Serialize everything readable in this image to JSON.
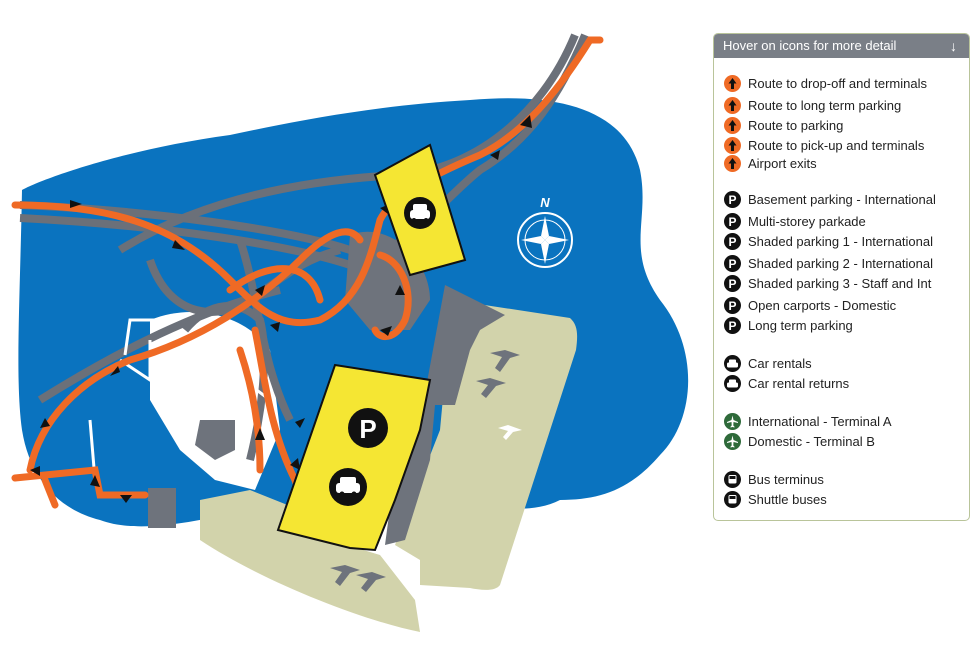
{
  "legend": {
    "header": "Hover on icons for more detail",
    "routes": [
      {
        "label": "Route to drop-off and terminals",
        "icon": "arrow-up-icon"
      },
      {
        "label": "Route to long term parking",
        "icon": "arrow-up-icon"
      },
      {
        "label": "Route to parking",
        "icon": "arrow-up-icon"
      },
      {
        "label": "Route to pick-up and terminals",
        "icon": "arrow-up-icon"
      },
      {
        "label": "Airport exits",
        "icon": "arrow-up-icon"
      }
    ],
    "parking": [
      {
        "label": "Basement parking - International",
        "icon": "parking-icon"
      },
      {
        "label": "Multi-storey parkade",
        "icon": "parking-icon"
      },
      {
        "label": "Shaded parking 1 - International",
        "icon": "parking-icon"
      },
      {
        "label": "Shaded parking 2 - International",
        "icon": "parking-icon"
      },
      {
        "label": "Shaded parking 3 - Staff and Int",
        "icon": "parking-icon"
      },
      {
        "label": "Open carports - Domestic",
        "icon": "parking-icon"
      },
      {
        "label": "Long term parking",
        "icon": "parking-icon"
      }
    ],
    "cars": [
      {
        "label": "Car rentals",
        "icon": "car-icon"
      },
      {
        "label": "Car rental returns",
        "icon": "car-icon"
      }
    ],
    "terminals": [
      {
        "label": "International - Terminal A",
        "icon": "plane-icon"
      },
      {
        "label": "Domestic - Terminal B",
        "icon": "plane-icon"
      }
    ],
    "buses": [
      {
        "label": "Bus terminus",
        "icon": "bus-icon"
      },
      {
        "label": "Shuttle buses",
        "icon": "bus-icon"
      }
    ]
  },
  "map": {
    "compass_label": "N",
    "parking_letter": "P",
    "colors": {
      "water": "#0a73bf",
      "road": "#6b7079",
      "route": "#ef6a25",
      "building": "#6e737c",
      "apron": "#d2d3ab",
      "parkade": "#f5e633",
      "parking_badge": "#111111",
      "plane_badge": "#2e6a3a"
    }
  }
}
